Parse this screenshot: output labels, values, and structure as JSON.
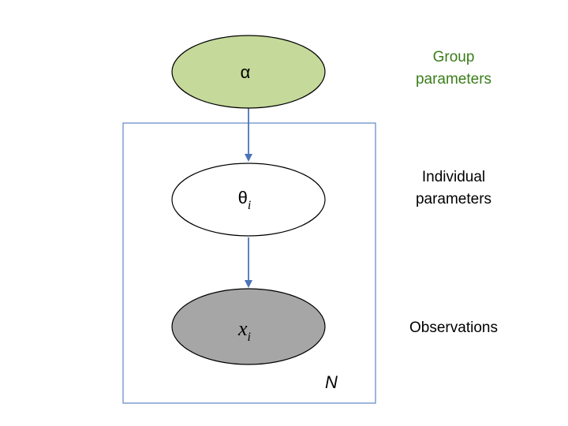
{
  "nodes": {
    "group": {
      "symbol": "α",
      "subscript": "",
      "fill": "#c5d99a"
    },
    "individual": {
      "symbol": "θ",
      "subscript": "i",
      "fill": "#ffffff"
    },
    "observation": {
      "symbol": "x",
      "subscript": "i",
      "fill": "#a6a6a6"
    }
  },
  "labels": {
    "group": {
      "line1": "Group",
      "line2": "parameters",
      "color": "#3a7d1a"
    },
    "individual": {
      "line1": "Individual",
      "line2": "parameters",
      "color": "#000000"
    },
    "observation": {
      "line1": "Observations",
      "color": "#000000"
    }
  },
  "plate": {
    "label": "N",
    "border_color": "#6b8fc9"
  },
  "edge_color": "#4a74b8"
}
